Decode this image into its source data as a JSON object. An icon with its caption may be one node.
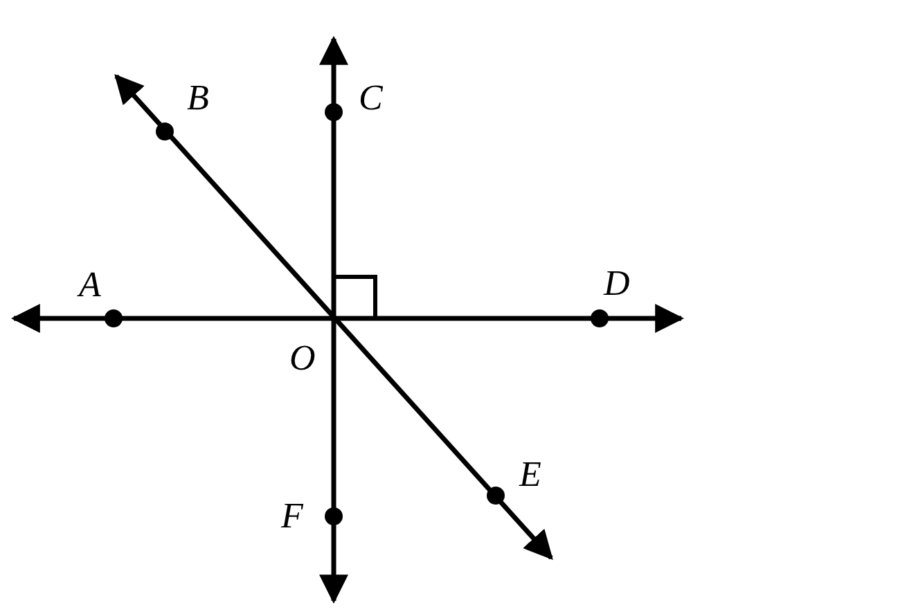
{
  "diagram": {
    "labels": [
      "B",
      "C",
      "A",
      "D",
      "O",
      "E",
      "F"
    ]
  }
}
